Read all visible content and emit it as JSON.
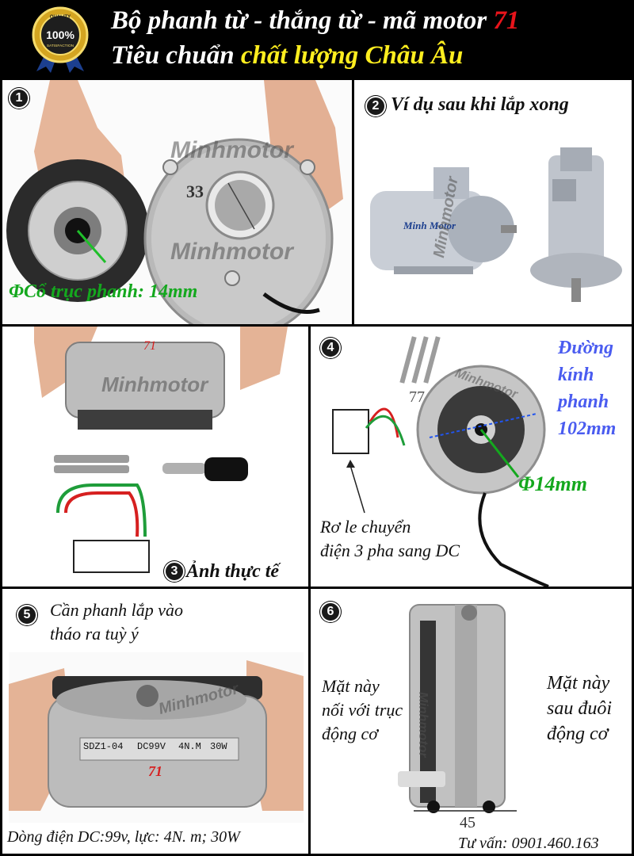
{
  "header": {
    "badge_top": "QUALITY",
    "badge_center": "100%",
    "badge_sub": "SATISFACTION",
    "title_line1_main": "Bộ phanh từ - thắng từ - mã motor ",
    "title_line1_code": "71",
    "title_line2_main": "Tiêu chuẩn ",
    "title_line2_accent": "chất lượng Châu Âu"
  },
  "panels": {
    "p1": {
      "number": "1",
      "dimension": "33",
      "watermark": "Minhmotor",
      "caption": "ΦCổ trục phanh: 14mm"
    },
    "p2": {
      "number": "2",
      "caption": "Ví dụ sau khi lắp xong",
      "motor_label": "Minh Motor",
      "watermark": "Minhmotor"
    },
    "p3": {
      "number": "3",
      "caption": "Ảnh thực tế",
      "watermark": "Minhmotor",
      "code": "71"
    },
    "p4": {
      "number": "4",
      "diameter_l1": "Đường",
      "diameter_l2": "kính",
      "diameter_l3": "phanh",
      "diameter_l4": "102mm",
      "dimension": "77",
      "shaft": "Φ14mm",
      "relay_l1": "Rơ le chuyển",
      "relay_l2": "điện 3 pha sang DC",
      "watermark": "Minhmotor"
    },
    "p5": {
      "number": "5",
      "caption_l1": "Cần phanh lắp vào",
      "caption_l2": "tháo ra tuỳ ý",
      "specs": "Dòng điện DC:99v, lực: 4N. m; 30W",
      "plate_model": "SDZ1-04",
      "plate_voltage": "DC99V",
      "plate_force": "4N.M",
      "plate_power": "30W",
      "code": "71",
      "watermark": "Minhmotor"
    },
    "p6": {
      "number": "6",
      "left_l1": "Mặt này",
      "left_l2": "nối với trục",
      "left_l3": "động cơ",
      "right_l1": "Mặt này",
      "right_l2": "sau đuôi",
      "right_l3": "động cơ",
      "dimension": "45",
      "contact": "Tư vấn: 0901.460.163",
      "watermark": "Minhmotor"
    }
  }
}
